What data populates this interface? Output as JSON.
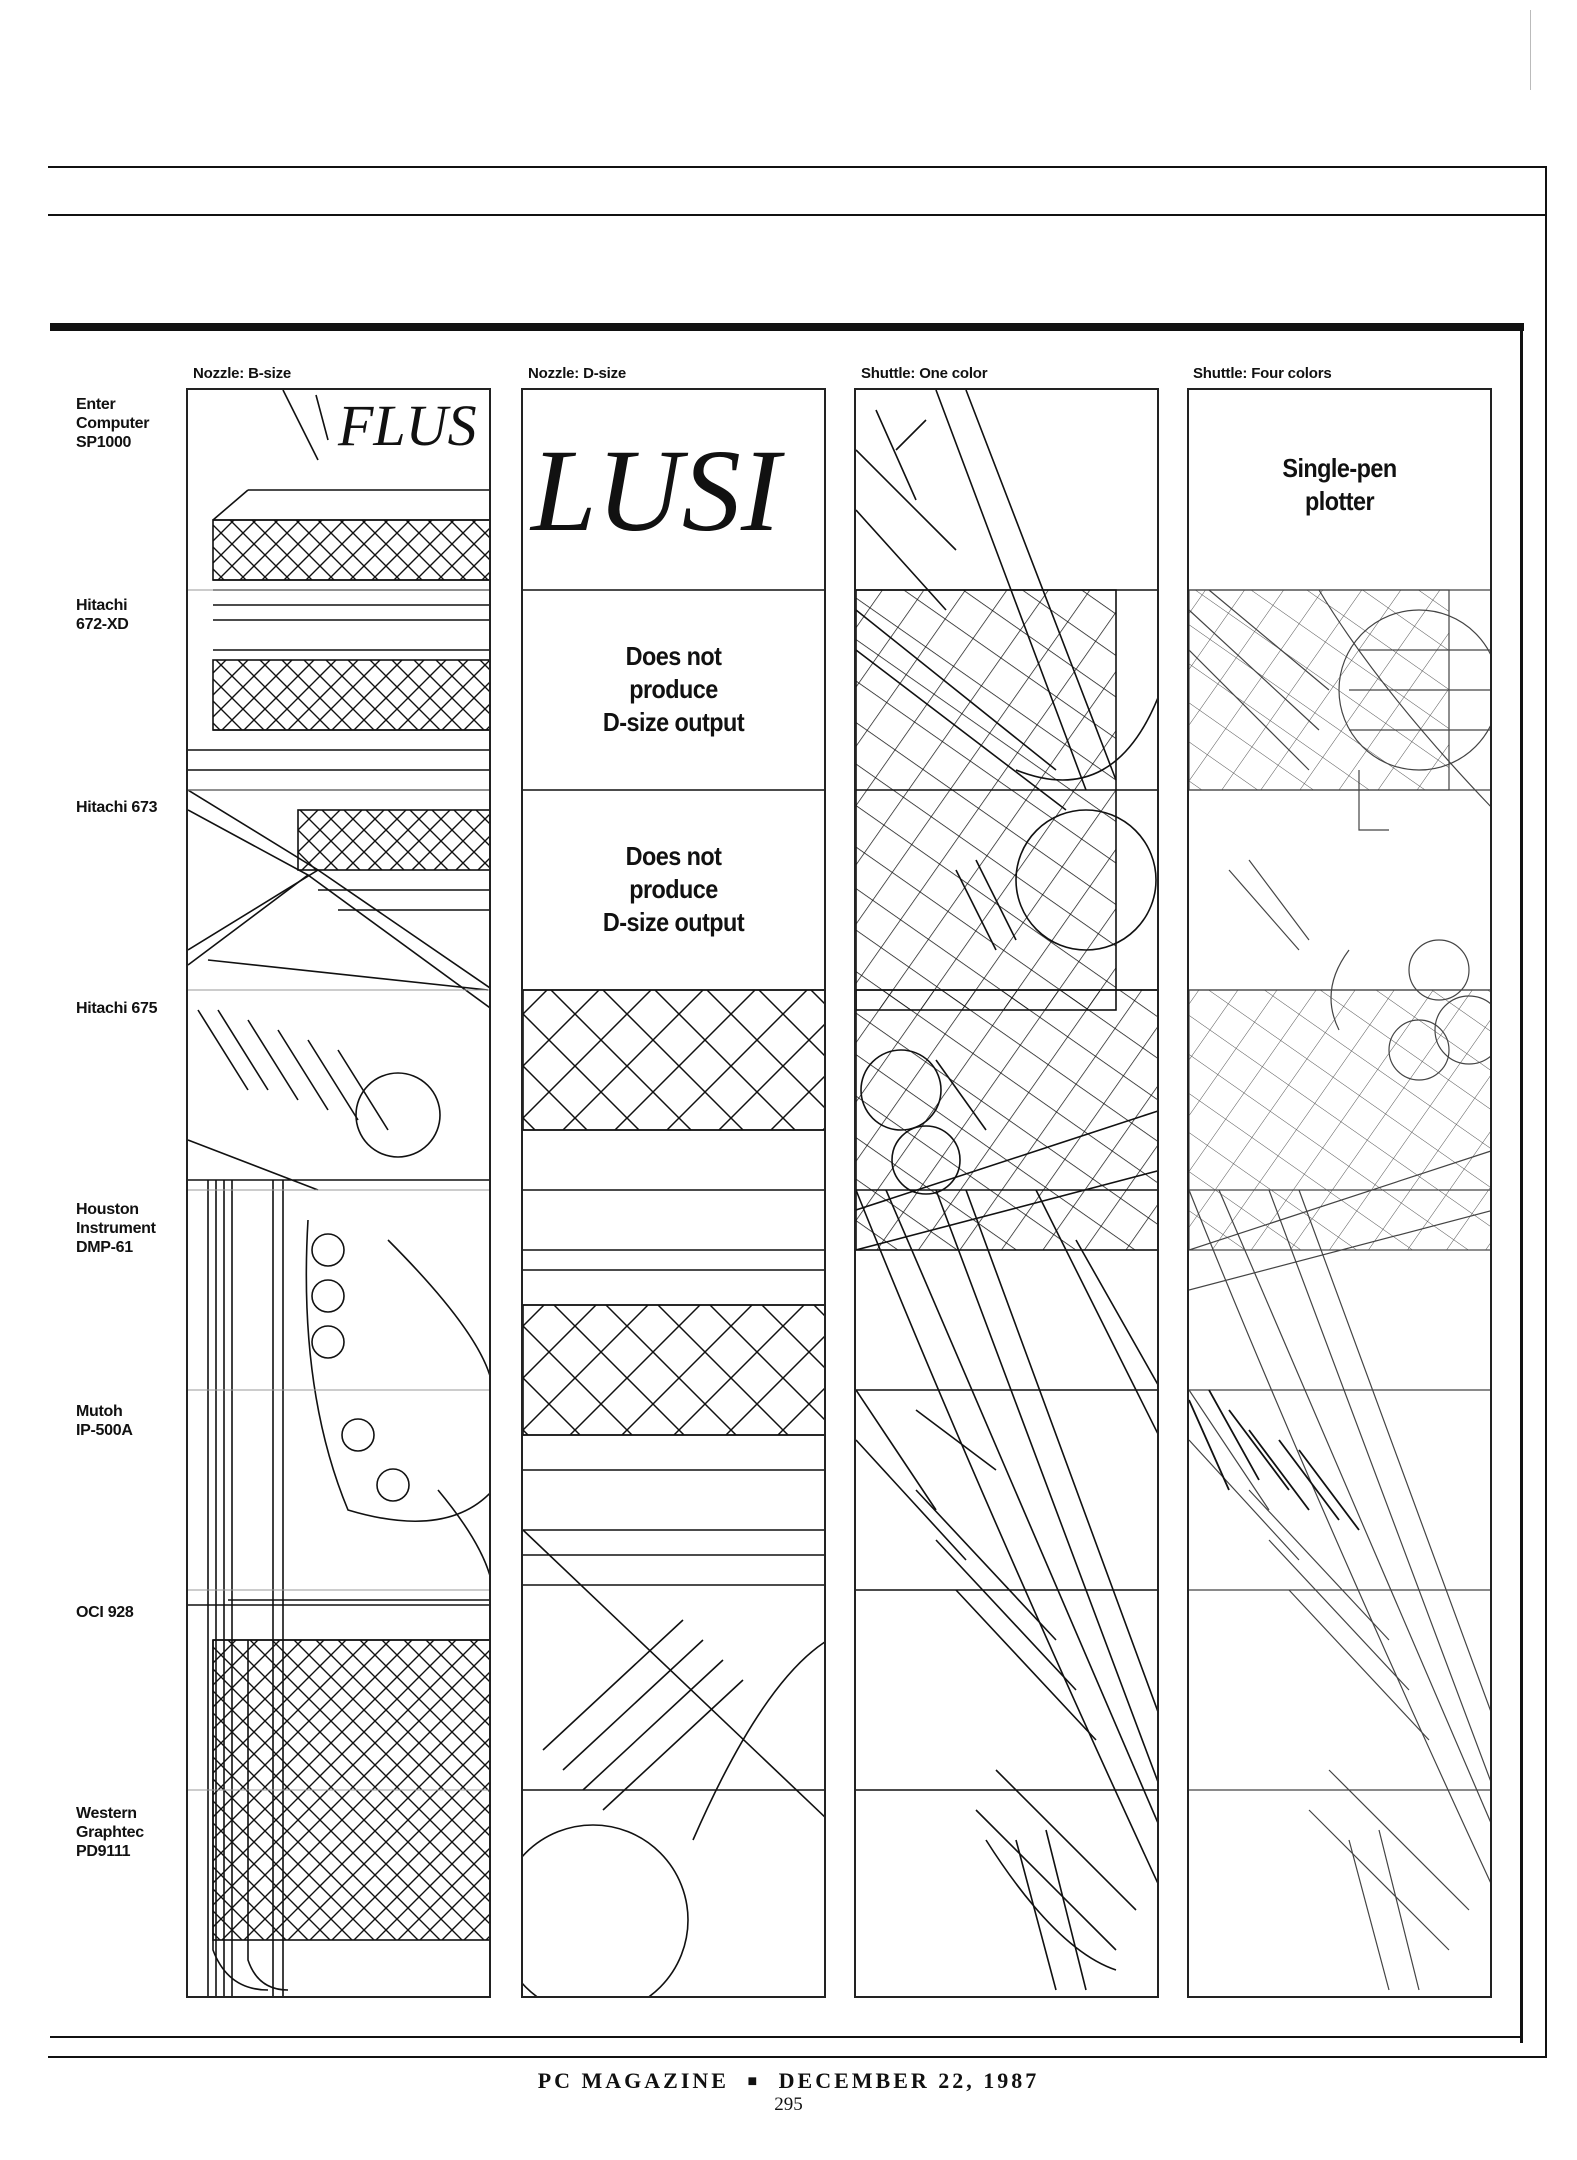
{
  "columns": [
    {
      "header": "Nozzle: B-size"
    },
    {
      "header": "Nozzle: D-size"
    },
    {
      "header": "Shuttle: One color"
    },
    {
      "header": "Shuttle: Four colors"
    }
  ],
  "rows": [
    {
      "label": "Enter\nComputer\nSP1000"
    },
    {
      "label": "Hitachi\n672-XD"
    },
    {
      "label": "Hitachi 673"
    },
    {
      "label": "Hitachi 675"
    },
    {
      "label": "Houston\nInstrument\nDMP-61"
    },
    {
      "label": "Mutoh\nIP-500A"
    },
    {
      "label": "OCI 928"
    },
    {
      "label": "Western\nGraphtec\nPD9111"
    }
  ],
  "panel_art": {
    "flush_word_b": "FLUS",
    "flush_word_d": "LUSI"
  },
  "cell_notes": {
    "single_pen": "Single-pen\nplotter",
    "no_dsize_1": "Does not\nproduce\nD-size output",
    "no_dsize_2": "Does not\nproduce\nD-size output"
  },
  "footer": {
    "publication": "PC MAGAZINE",
    "separator": "■",
    "date": "DECEMBER 22, 1987",
    "page_number": "295"
  }
}
